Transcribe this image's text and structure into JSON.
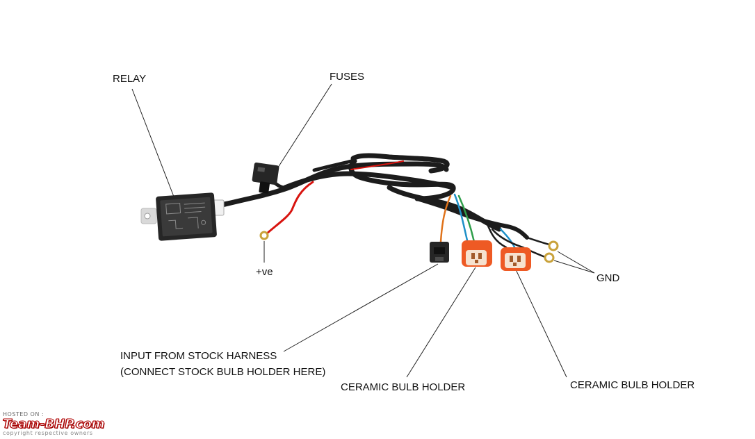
{
  "labels": {
    "relay": "RELAY",
    "fuses": "FUSES",
    "positive": "+ve",
    "gnd": "GND",
    "input_line1": "INPUT FROM STOCK HARNESS",
    "input_line2": "(CONNECT STOCK BULB HOLDER HERE)",
    "ceramic_1": "CERAMIC BULB HOLDER",
    "ceramic_2": "CERAMIC BULB HOLDER"
  },
  "watermark": {
    "hosted": "HOSTED ON :",
    "brand": "Team-BHP.com",
    "copyright": "copyright respective owners"
  },
  "colors": {
    "loom": "#1c1c1c",
    "wire_red": "#d8140f",
    "wire_orange": "#e0731b",
    "wire_blue": "#1e90c8",
    "wire_green": "#2e9e4a",
    "ceramic": "#ee5a24",
    "terminal": "#c9a23a",
    "relay": "#262626",
    "leader": "#222222"
  }
}
